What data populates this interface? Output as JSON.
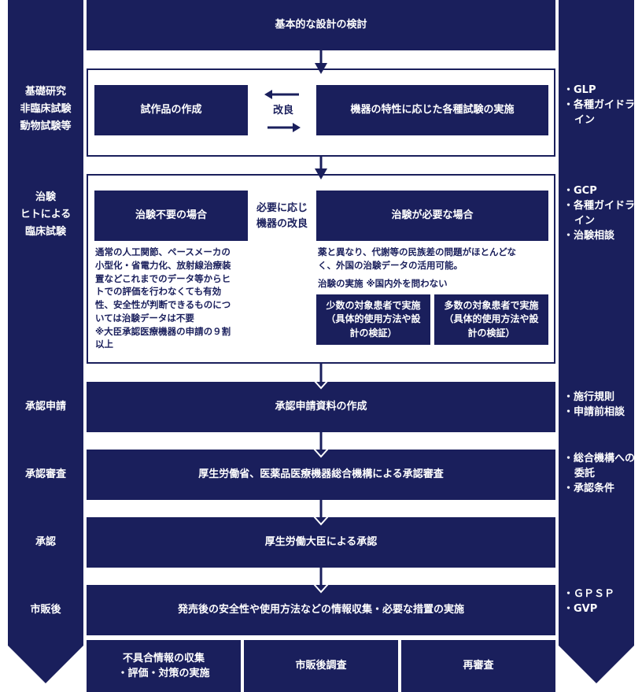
{
  "left_column": {
    "stage1": [
      "基礎研究",
      "非臨床試験",
      "動物試験等"
    ],
    "stage2": [
      "治験",
      "ヒトによる",
      "臨床試験"
    ],
    "stage3": [
      "承認申請"
    ],
    "stage4": [
      "承認審査"
    ],
    "stage5": [
      "承認"
    ],
    "stage6": [
      "市販後"
    ]
  },
  "right_column": {
    "stage1": [
      "・GLP",
      "・各種ガイドライン"
    ],
    "stage2": [
      "・GCP",
      "・各種ガイドライン",
      "・治験相談"
    ],
    "stage3": [
      "・施行規則",
      "・申請前相談"
    ],
    "stage4": [
      "・総合機構への委託",
      "・承認条件"
    ],
    "stage6": [
      "・ＧＰＳＰ",
      "・GVP"
    ]
  },
  "boxes": {
    "design": "基本的な設計の検討",
    "prototype": "試作品の作成",
    "improve": "改良",
    "tests": "機器の特性に応じた各種試験の実施",
    "no_trial": "治験不要の場合",
    "improve_if_needed": [
      "必要に応じ",
      "機器の改良"
    ],
    "trial_needed": "治験が必要な場合",
    "no_trial_text": [
      "通常の人工関節、ペースメーカの",
      "小型化・省電力化、放射線治療装",
      "置などこれまでのデータ等からヒ",
      "トでの評価を行わなくても有効",
      "性、安全性が判断できるものにつ",
      "いては治験データは不要",
      "※大臣承認医療機器の申請の９割",
      "以上"
    ],
    "trial_text": [
      "薬と異なり、代謝等の民族差の問題がほとんどな",
      "く、外国の治験データの活用可能。"
    ],
    "trial_impl": "治験の実施 ※国内外を問わない",
    "few_patients": [
      "少数の対象患者で実施",
      "（具体的使用方法や設",
      "計の検証）"
    ],
    "many_patients": [
      "多数の対象患者で実施",
      "（具体的使用方法や設",
      "計の検証）"
    ],
    "application_docs": "承認申請資料の作成",
    "review": "厚生労働省、医薬品医療機器総合機構による承認審査",
    "approval": "厚生労働大臣による承認",
    "postmarket": "発売後の安全性や使用方法などの情報収集・必要な措置の実施",
    "defect": [
      "不具合情報の収集",
      "・評価・対策の実施"
    ],
    "survey": "市販後調査",
    "reexam": "再審査"
  },
  "colors": {
    "navy": "#1a1f5c",
    "white": "#ffffff"
  }
}
